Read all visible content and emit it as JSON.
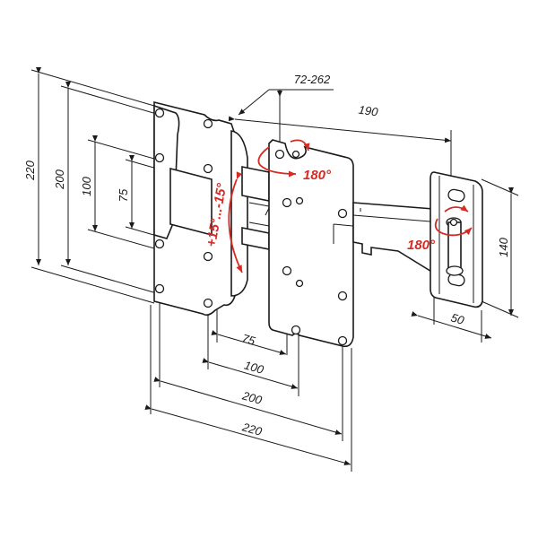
{
  "labels": {
    "dim_220_vertical": "220",
    "dim_200_vertical": "200",
    "dim_100_vertical": "100",
    "dim_75_vertical": "75",
    "dim_72_262": "72-262",
    "dim_190": "190",
    "dim_140": "140",
    "dim_50": "50",
    "dim_75_horizontal": "75",
    "dim_100_horizontal": "100",
    "dim_200_horizontal": "200",
    "dim_220_horizontal": "220"
  },
  "annotations": {
    "rotation_top": "180°",
    "rotation_arm": "180°",
    "tilt_range": "+15°...-15°"
  },
  "colors": {
    "line": "#1a1a1a",
    "accent": "#d62a24"
  }
}
